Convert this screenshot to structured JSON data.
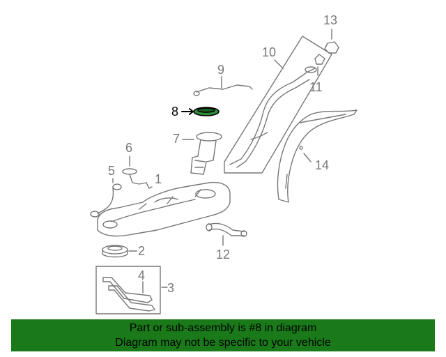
{
  "diagram": {
    "callouts": [
      {
        "id": "1",
        "label": "1",
        "highlight": false
      },
      {
        "id": "2",
        "label": "2",
        "highlight": false
      },
      {
        "id": "3",
        "label": "3",
        "highlight": false
      },
      {
        "id": "4",
        "label": "4",
        "highlight": false
      },
      {
        "id": "5",
        "label": "5",
        "highlight": false
      },
      {
        "id": "6",
        "label": "6",
        "highlight": false
      },
      {
        "id": "7",
        "label": "7",
        "highlight": false
      },
      {
        "id": "8",
        "label": "8",
        "highlight": true
      },
      {
        "id": "9",
        "label": "9",
        "highlight": false
      },
      {
        "id": "10",
        "label": "10",
        "highlight": false
      },
      {
        "id": "11",
        "label": "11",
        "highlight": false
      },
      {
        "id": "12",
        "label": "12",
        "highlight": false
      },
      {
        "id": "13",
        "label": "13",
        "highlight": false
      },
      {
        "id": "14",
        "label": "14",
        "highlight": false
      }
    ],
    "colors": {
      "line": "#777777",
      "highlight_fill": "#2e8b3a",
      "highlight_line": "#000000"
    }
  },
  "footer": {
    "line1": "Part or sub-assembly is #8 in diagram",
    "line2": "Diagram may not be specific to your vehicle",
    "background": "#1a7a1a"
  }
}
